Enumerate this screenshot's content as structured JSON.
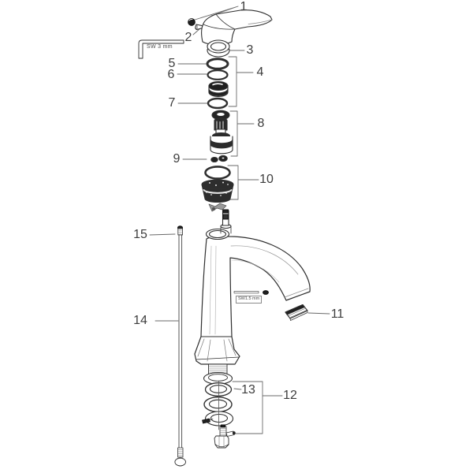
{
  "diagram": {
    "title": "faucet-exploded-parts-diagram",
    "colors": {
      "background": "#ffffff",
      "line": "#2f2f2f",
      "leader": "#6a6a6a",
      "dark_fill": "#1f1f1f",
      "label": "#3d3d3d"
    }
  },
  "callouts": [
    {
      "label": "1",
      "part": "handle-with-screw"
    },
    {
      "label": "2",
      "part": "screw-plug"
    },
    {
      "label": "3",
      "part": "sleeve-ring"
    },
    {
      "label": "4",
      "part": "seal-set-group"
    },
    {
      "label": "5",
      "part": "o-ring"
    },
    {
      "label": "6",
      "part": "o-ring"
    },
    {
      "label": "7",
      "part": "o-ring"
    },
    {
      "label": "8",
      "part": "cartridge"
    },
    {
      "label": "9",
      "part": "retaining-clip"
    },
    {
      "label": "10",
      "part": "aerator-kit"
    },
    {
      "label": "11",
      "part": "spout-aerator-insert"
    },
    {
      "label": "12",
      "part": "mounting-set-group"
    },
    {
      "label": "13",
      "part": "gasket"
    },
    {
      "label": "14",
      "part": "pull-rod"
    },
    {
      "label": "15",
      "part": "pull-rod-top"
    }
  ],
  "tool_labels": {
    "allen_key_large": "SW 3 mm",
    "allen_key_small": "SW1.5 mm"
  }
}
